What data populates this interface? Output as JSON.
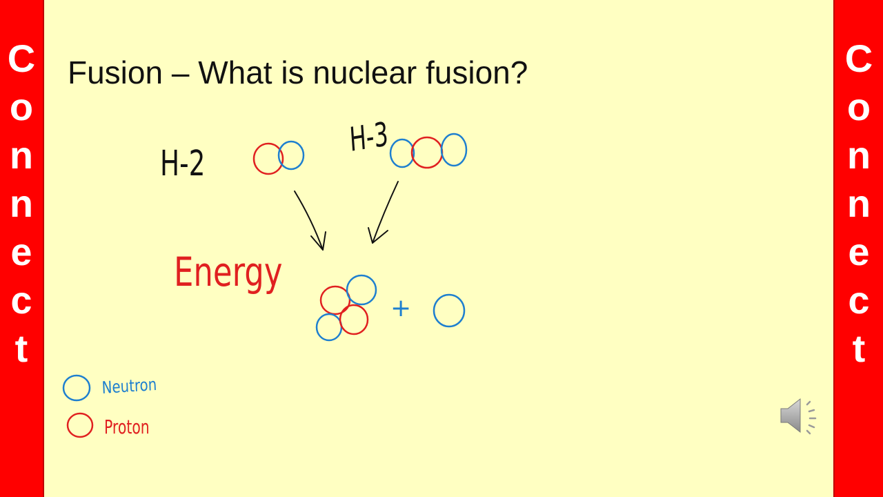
{
  "colors": {
    "background": "#FFFFC2",
    "sidebar": "#FF0000",
    "sidebar_text": "#FFFFFF",
    "neutron": "#1E7FCF",
    "proton": "#E02020",
    "ink": "#111111"
  },
  "sidebar_letters": [
    "C",
    "o",
    "n",
    "n",
    "e",
    "c",
    "t"
  ],
  "slide": {
    "title": "Fusion – What is nuclear fusion?"
  },
  "diagram": {
    "h2_label": "H-2",
    "h3_label": "H-3",
    "energy_label": "Energy",
    "plus_sign": "+"
  },
  "legend": {
    "neutron_label": "Neutron",
    "proton_label": "Proton"
  },
  "icons": {
    "audio": "speaker-icon"
  }
}
